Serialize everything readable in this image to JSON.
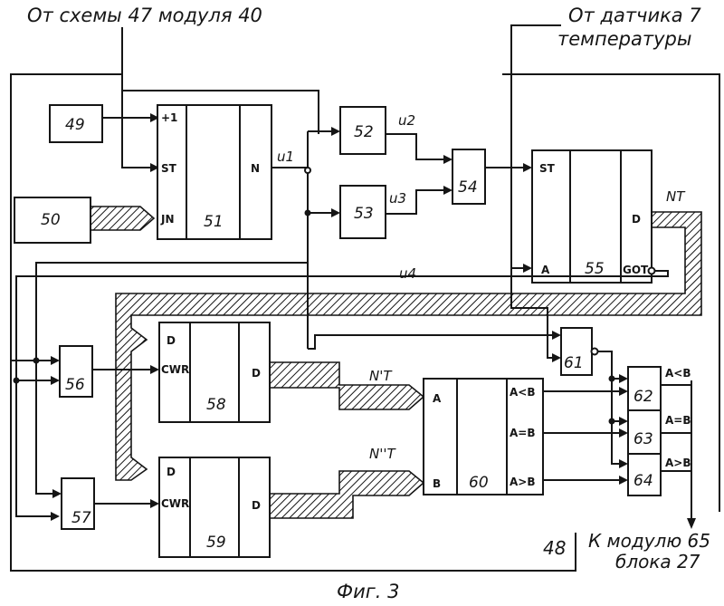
{
  "header": {
    "source_left": "От схемы 47 модуля 40",
    "source_right_line1": "От датчика 7",
    "source_right_line2": "температуры"
  },
  "footer": {
    "dest_line1": "К модулю 65",
    "dest_line2": "блока 27",
    "caption": "Фиг. 3"
  },
  "frame_label": "48",
  "blocks": {
    "b49": "49",
    "b50": "50",
    "b51": "51",
    "b52": "52",
    "b53": "53",
    "b54": "54",
    "b55": "55",
    "b56": "56",
    "b57": "57",
    "b58": "58",
    "b59": "59",
    "b60": "60",
    "b61": "61",
    "b62": "62",
    "b63": "63",
    "b64": "64"
  },
  "pins": {
    "p51_plus1": "+1",
    "p51_st": "ST",
    "p51_in": "JN",
    "p51_n": "N",
    "p55_st": "ST",
    "p55_a": "A",
    "p55_d": "D",
    "p55_got": "GOT",
    "p58_d_in": "D",
    "p58_cwr": "CWR",
    "p58_d_out": "D",
    "p59_d_in": "D",
    "p59_cwr": "CWR",
    "p59_d_out": "D",
    "p60_a": "A",
    "p60_b": "B",
    "p60_lt": "A<B",
    "p60_eq": "A=B",
    "p60_gt": "A>B"
  },
  "signals": {
    "u1": "u1",
    "u2": "u2",
    "u3": "u3",
    "u4": "u4",
    "nt": "NT",
    "nt1": "N'T",
    "nt2": "N''T",
    "out_lt": "A<B",
    "out_eq": "A=B",
    "out_gt": "A>B"
  }
}
